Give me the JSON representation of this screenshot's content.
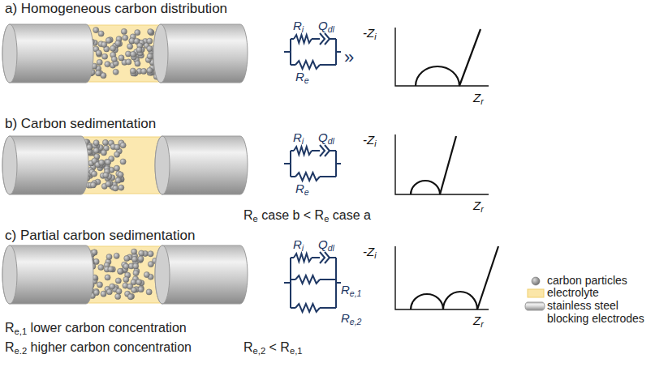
{
  "diagram": {
    "labels": [
      "a) Homogeneous carbon distribution",
      "Ri",
      "Qdl",
      "Re",
      "»",
      "-Zi",
      "Zr",
      "b) Carbon sedimentation",
      "Ri",
      "Qdl",
      "Re",
      "-Zi",
      "Zr",
      "Re case b < Re case a",
      "c) Partial carbon sedimentation",
      "Ri",
      "Qdl",
      "Re,1",
      "Re,2",
      "-Zi",
      "Zr",
      "Re,1 lower carbon concentration",
      "Re.2 higher carbon concentration",
      "Re,2 < Re,1"
    ],
    "legend": [
      {
        "text": "carbon particles"
      },
      {
        "text": "electrolyte",
        "color": "#fbe6a8"
      },
      {
        "text": "stainless steel blocking electrodes"
      }
    ]
  }
}
